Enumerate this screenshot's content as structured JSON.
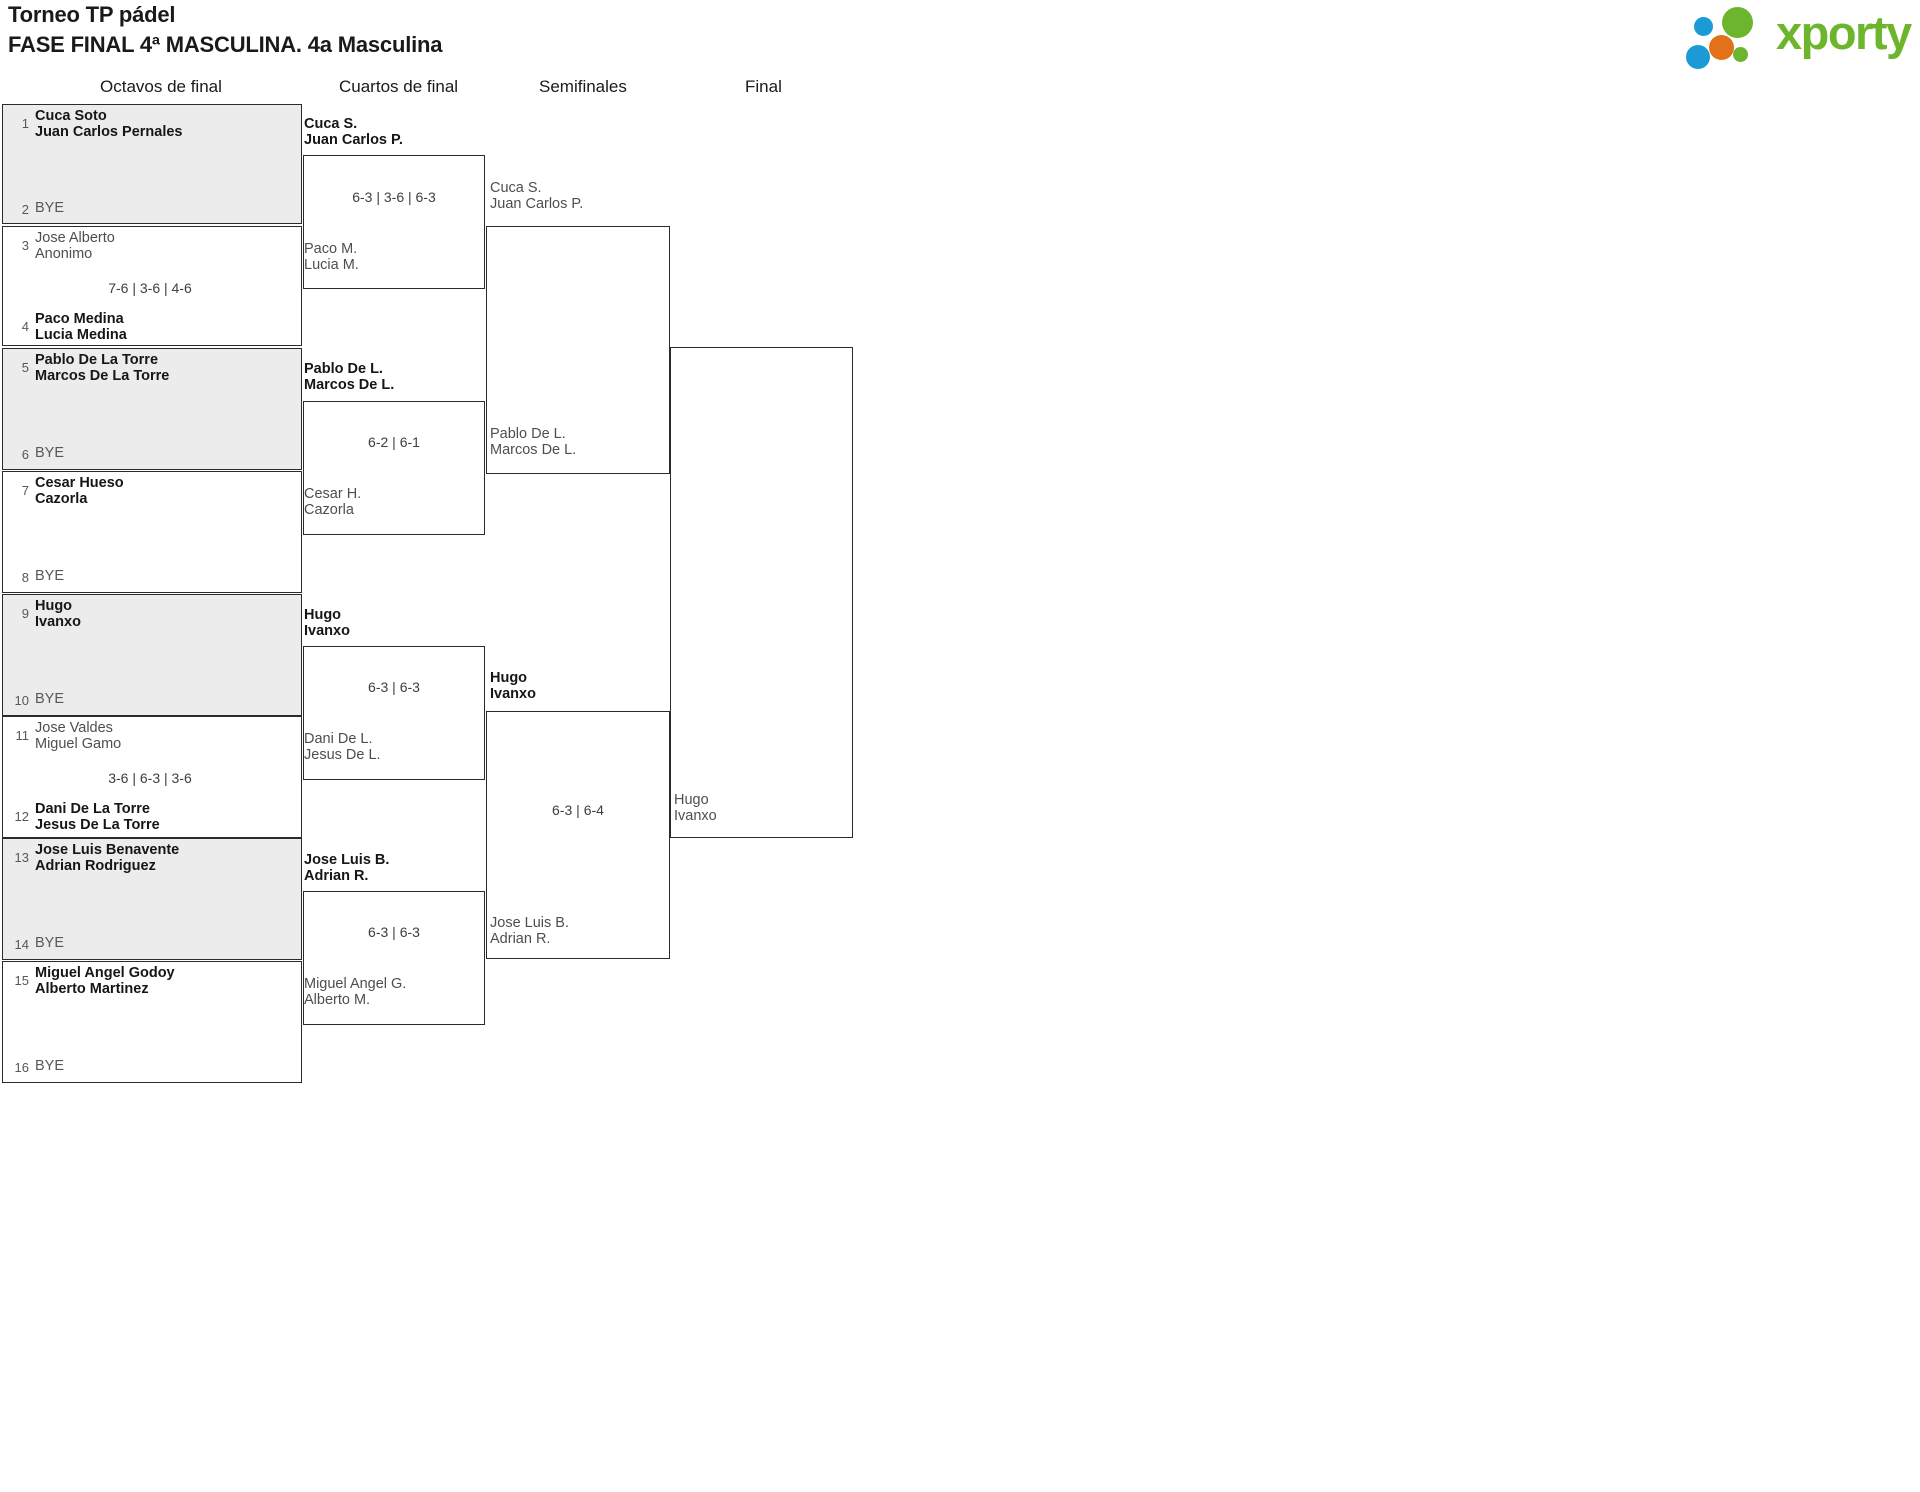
{
  "header": {
    "title": "Torneo TP pádel",
    "subtitle": "FASE FINAL 4ª MASCULINA. 4a Masculina",
    "logo_text": "xporty",
    "logo_colors": {
      "green": "#6cb52d",
      "blue": "#1b9ad6",
      "orange": "#e2711a"
    }
  },
  "rounds": [
    {
      "id": "octavos",
      "label": "Octavos de final"
    },
    {
      "id": "cuartos",
      "label": "Cuartos de final"
    },
    {
      "id": "semis",
      "label": "Semifinales"
    },
    {
      "id": "final",
      "label": "Final"
    }
  ],
  "round1": {
    "pairs": [
      {
        "score": "",
        "top": {
          "seed": "1",
          "line1": "Cuca Soto",
          "line2": "Juan Carlos Pernales",
          "winner": true
        },
        "bottom": {
          "seed": "2",
          "bye": "BYE"
        }
      },
      {
        "score": "7-6 | 3-6 | 4-6",
        "top": {
          "seed": "3",
          "line1": "Jose Alberto",
          "line2": "Anonimo",
          "winner": false
        },
        "bottom": {
          "seed": "4",
          "line1": "Paco Medina",
          "line2": "Lucia Medina",
          "winner": true
        }
      },
      {
        "score": "",
        "top": {
          "seed": "5",
          "line1": "Pablo De La Torre",
          "line2": "Marcos De La Torre",
          "winner": true
        },
        "bottom": {
          "seed": "6",
          "bye": "BYE"
        }
      },
      {
        "score": "",
        "top": {
          "seed": "7",
          "line1": "Cesar Hueso",
          "line2": "Cazorla",
          "winner": true
        },
        "bottom": {
          "seed": "8",
          "bye": "BYE"
        }
      },
      {
        "score": "",
        "top": {
          "seed": "9",
          "line1": "Hugo",
          "line2": "Ivanxo",
          "winner": true
        },
        "bottom": {
          "seed": "10",
          "bye": "BYE"
        }
      },
      {
        "score": "3-6 | 6-3 | 3-6",
        "top": {
          "seed": "11",
          "line1": "Jose Valdes",
          "line2": "Miguel Gamo",
          "winner": false
        },
        "bottom": {
          "seed": "12",
          "line1": "Dani De La Torre",
          "line2": "Jesus De La Torre",
          "winner": true
        }
      },
      {
        "score": "",
        "top": {
          "seed": "13",
          "line1": "Jose Luis Benavente",
          "line2": "Adrian Rodriguez",
          "winner": true
        },
        "bottom": {
          "seed": "14",
          "bye": "BYE"
        }
      },
      {
        "score": "",
        "top": {
          "seed": "15",
          "line1": "Miguel Angel Godoy",
          "line2": "Alberto Martinez",
          "winner": true
        },
        "bottom": {
          "seed": "16",
          "bye": "BYE"
        }
      }
    ]
  },
  "round2": {
    "matches": [
      {
        "score": "6-3 | 3-6 | 6-3",
        "top": {
          "line1": "Cuca S.",
          "line2": "Juan Carlos P.",
          "winner": true
        },
        "bottom": {
          "line1": "Paco M.",
          "line2": "Lucia M.",
          "winner": false
        }
      },
      {
        "score": "6-2 | 6-1",
        "top": {
          "line1": "Pablo De L.",
          "line2": "Marcos De L.",
          "winner": true
        },
        "bottom": {
          "line1": "Cesar H.",
          "line2": "Cazorla",
          "winner": false
        }
      },
      {
        "score": "6-3 | 6-3",
        "top": {
          "line1": "Hugo",
          "line2": "Ivanxo",
          "winner": true
        },
        "bottom": {
          "line1": "Dani De L.",
          "line2": "Jesus De L.",
          "winner": false
        }
      },
      {
        "score": "6-3 | 6-3",
        "top": {
          "line1": "Jose Luis B.",
          "line2": "Adrian R.",
          "winner": true
        },
        "bottom": {
          "line1": "Miguel Angel G.",
          "line2": "Alberto M.",
          "winner": false
        }
      }
    ]
  },
  "round3": {
    "matches": [
      {
        "score": "",
        "top": {
          "line1": "Cuca S.",
          "line2": "Juan Carlos P.",
          "winner": false
        },
        "bottom": {
          "line1": "Pablo De L.",
          "line2": "Marcos De L.",
          "winner": false
        }
      },
      {
        "score": "6-3 | 6-4",
        "top": {
          "line1": "Hugo",
          "line2": "Ivanxo",
          "winner": true
        },
        "bottom": {
          "line1": "Jose Luis B.",
          "line2": "Adrian R.",
          "winner": false
        }
      }
    ]
  },
  "round4": {
    "matches": [
      {
        "score": "",
        "top": {
          "line1": "",
          "line2": "",
          "winner": false
        },
        "bottom": {
          "line1": "Hugo",
          "line2": "Ivanxo",
          "winner": false
        }
      }
    ]
  }
}
